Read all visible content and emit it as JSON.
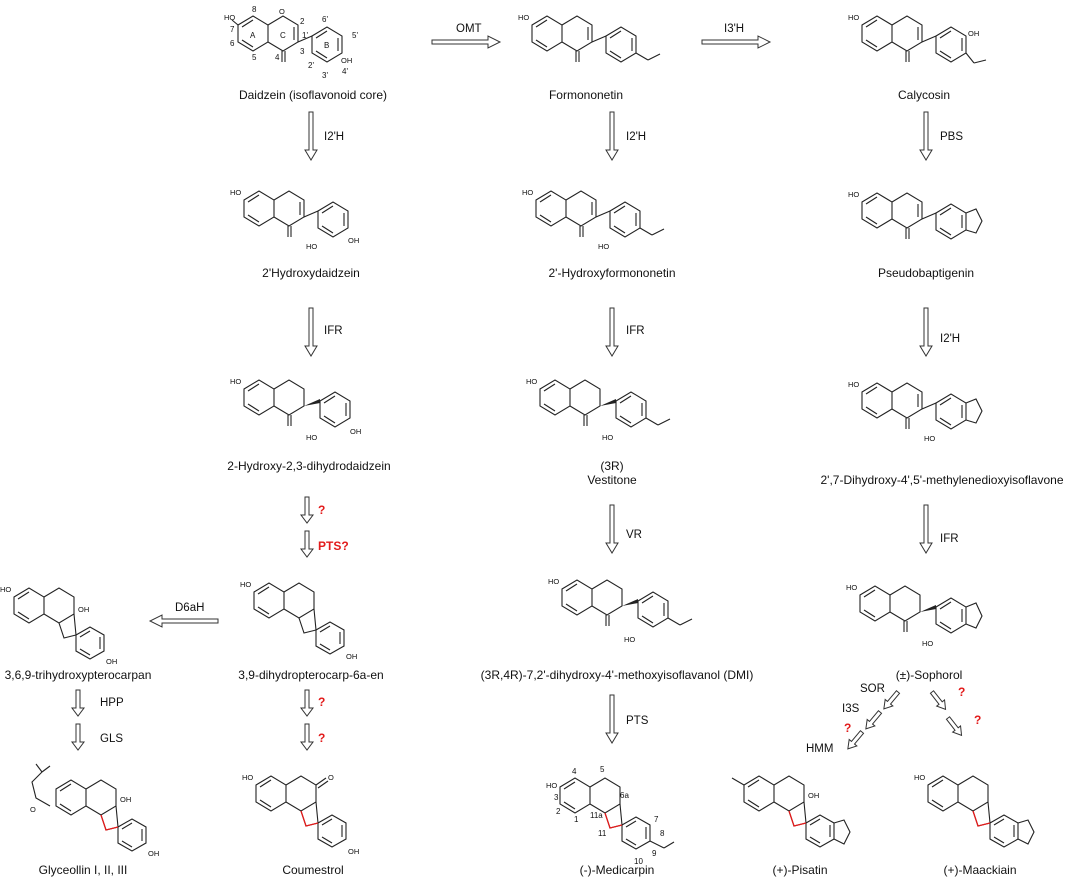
{
  "compounds": {
    "daidzein": "Daidzein (isoflavonoid core)",
    "formononetin": "Formononetin",
    "calycosin": "Calycosin",
    "hydroxydaidzein": "2'Hydroxydaidzein",
    "hydroxyformononetin": "2'-Hydroxyformononetin",
    "pseudobaptigenin": "Pseudobaptigenin",
    "dihydrodaidzein": "2-Hydroxy-2,3-dihydrodaidzein",
    "vestitone_config": "(3R)",
    "vestitone": "Vestitone",
    "methylenedioxyisoflavone": "2',7-Dihydroxy-4',5'-methylenedioxyisoflavone",
    "trihydroxypterocarpan": "3,6,9-trihydroxypterocarpan",
    "dihydropterocarpen": "3,9-dihydropterocarp-6a-en",
    "dmi": "(3R,4R)-7,2'-dihydroxy-4'-methoxyisoflavanol (DMI)",
    "sophorol": "(±)-Sophorol",
    "glyceollin": "Glyceollin I, II, III",
    "coumestrol": "Coumestrol",
    "medicarpin": "(-)-Medicarpin",
    "pisatin": "(+)-Pisatin",
    "maackiain": "(+)-Maackiain"
  },
  "enzymes": {
    "omt": "OMT",
    "i3h": "I3'H",
    "i2h_left": "I2'H",
    "i2h_mid": "I2'H",
    "pbs": "PBS",
    "ifr_left": "IFR",
    "ifr_mid": "IFR",
    "i2h_right": "I2'H",
    "q_left_1": "?",
    "pts_q": "PTS?",
    "vr": "VR",
    "ifr_right": "IFR",
    "d6ah": "D6aH",
    "hpp": "HPP",
    "gls": "GLS",
    "q_cou_1": "?",
    "q_cou_2": "?",
    "pts": "PTS",
    "sor": "SOR",
    "i3s": "I3S",
    "q_pis": "?",
    "hmm": "HMM",
    "q_maa_1": "?",
    "q_maa_2": "?"
  },
  "ring_labels": {
    "a": "A",
    "b": "B",
    "c": "C"
  },
  "atoms": {
    "oh": "HO",
    "o": "O",
    "ho_right": "OH"
  },
  "numbering": {
    "daidzein": [
      "8",
      "7",
      "6",
      "5",
      "4",
      "3",
      "2",
      "1'",
      "2'",
      "3'",
      "4'",
      "5'",
      "6'"
    ],
    "medicarpin": [
      "4",
      "5",
      "3",
      "2",
      "1",
      "6a",
      "11a",
      "11",
      "7",
      "8",
      "9",
      "10"
    ]
  },
  "colors": {
    "question": "#e21b1b",
    "stereo_bond": "#e21b1b",
    "ink": "#222222"
  }
}
